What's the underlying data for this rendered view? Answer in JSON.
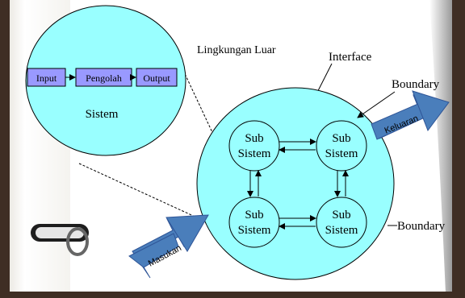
{
  "diagram": {
    "detail_boxes": [
      "Input",
      "Pengolah",
      "Output"
    ],
    "detail_caption": "Sistem",
    "environment_label": "Lingkungan Luar",
    "interface_label": "Interface",
    "boundary_label_top": "Boundary",
    "boundary_label_right": "Boundary",
    "subsystems": [
      {
        "line1": "Sub",
        "line2": "Sistem"
      },
      {
        "line1": "Sub",
        "line2": "Sistem"
      },
      {
        "line1": "Sub",
        "line2": "Sistem"
      },
      {
        "line1": "Sub",
        "line2": "Sistem"
      }
    ],
    "input_arrow_label": "Masukan",
    "output_arrow_label": "Keluaran"
  },
  "colors": {
    "system_fill": "#99FFFF",
    "box_fill": "#9999FF",
    "big_arrow_fill": "#4A7EBB",
    "frame_dark": "#3F2E24"
  }
}
